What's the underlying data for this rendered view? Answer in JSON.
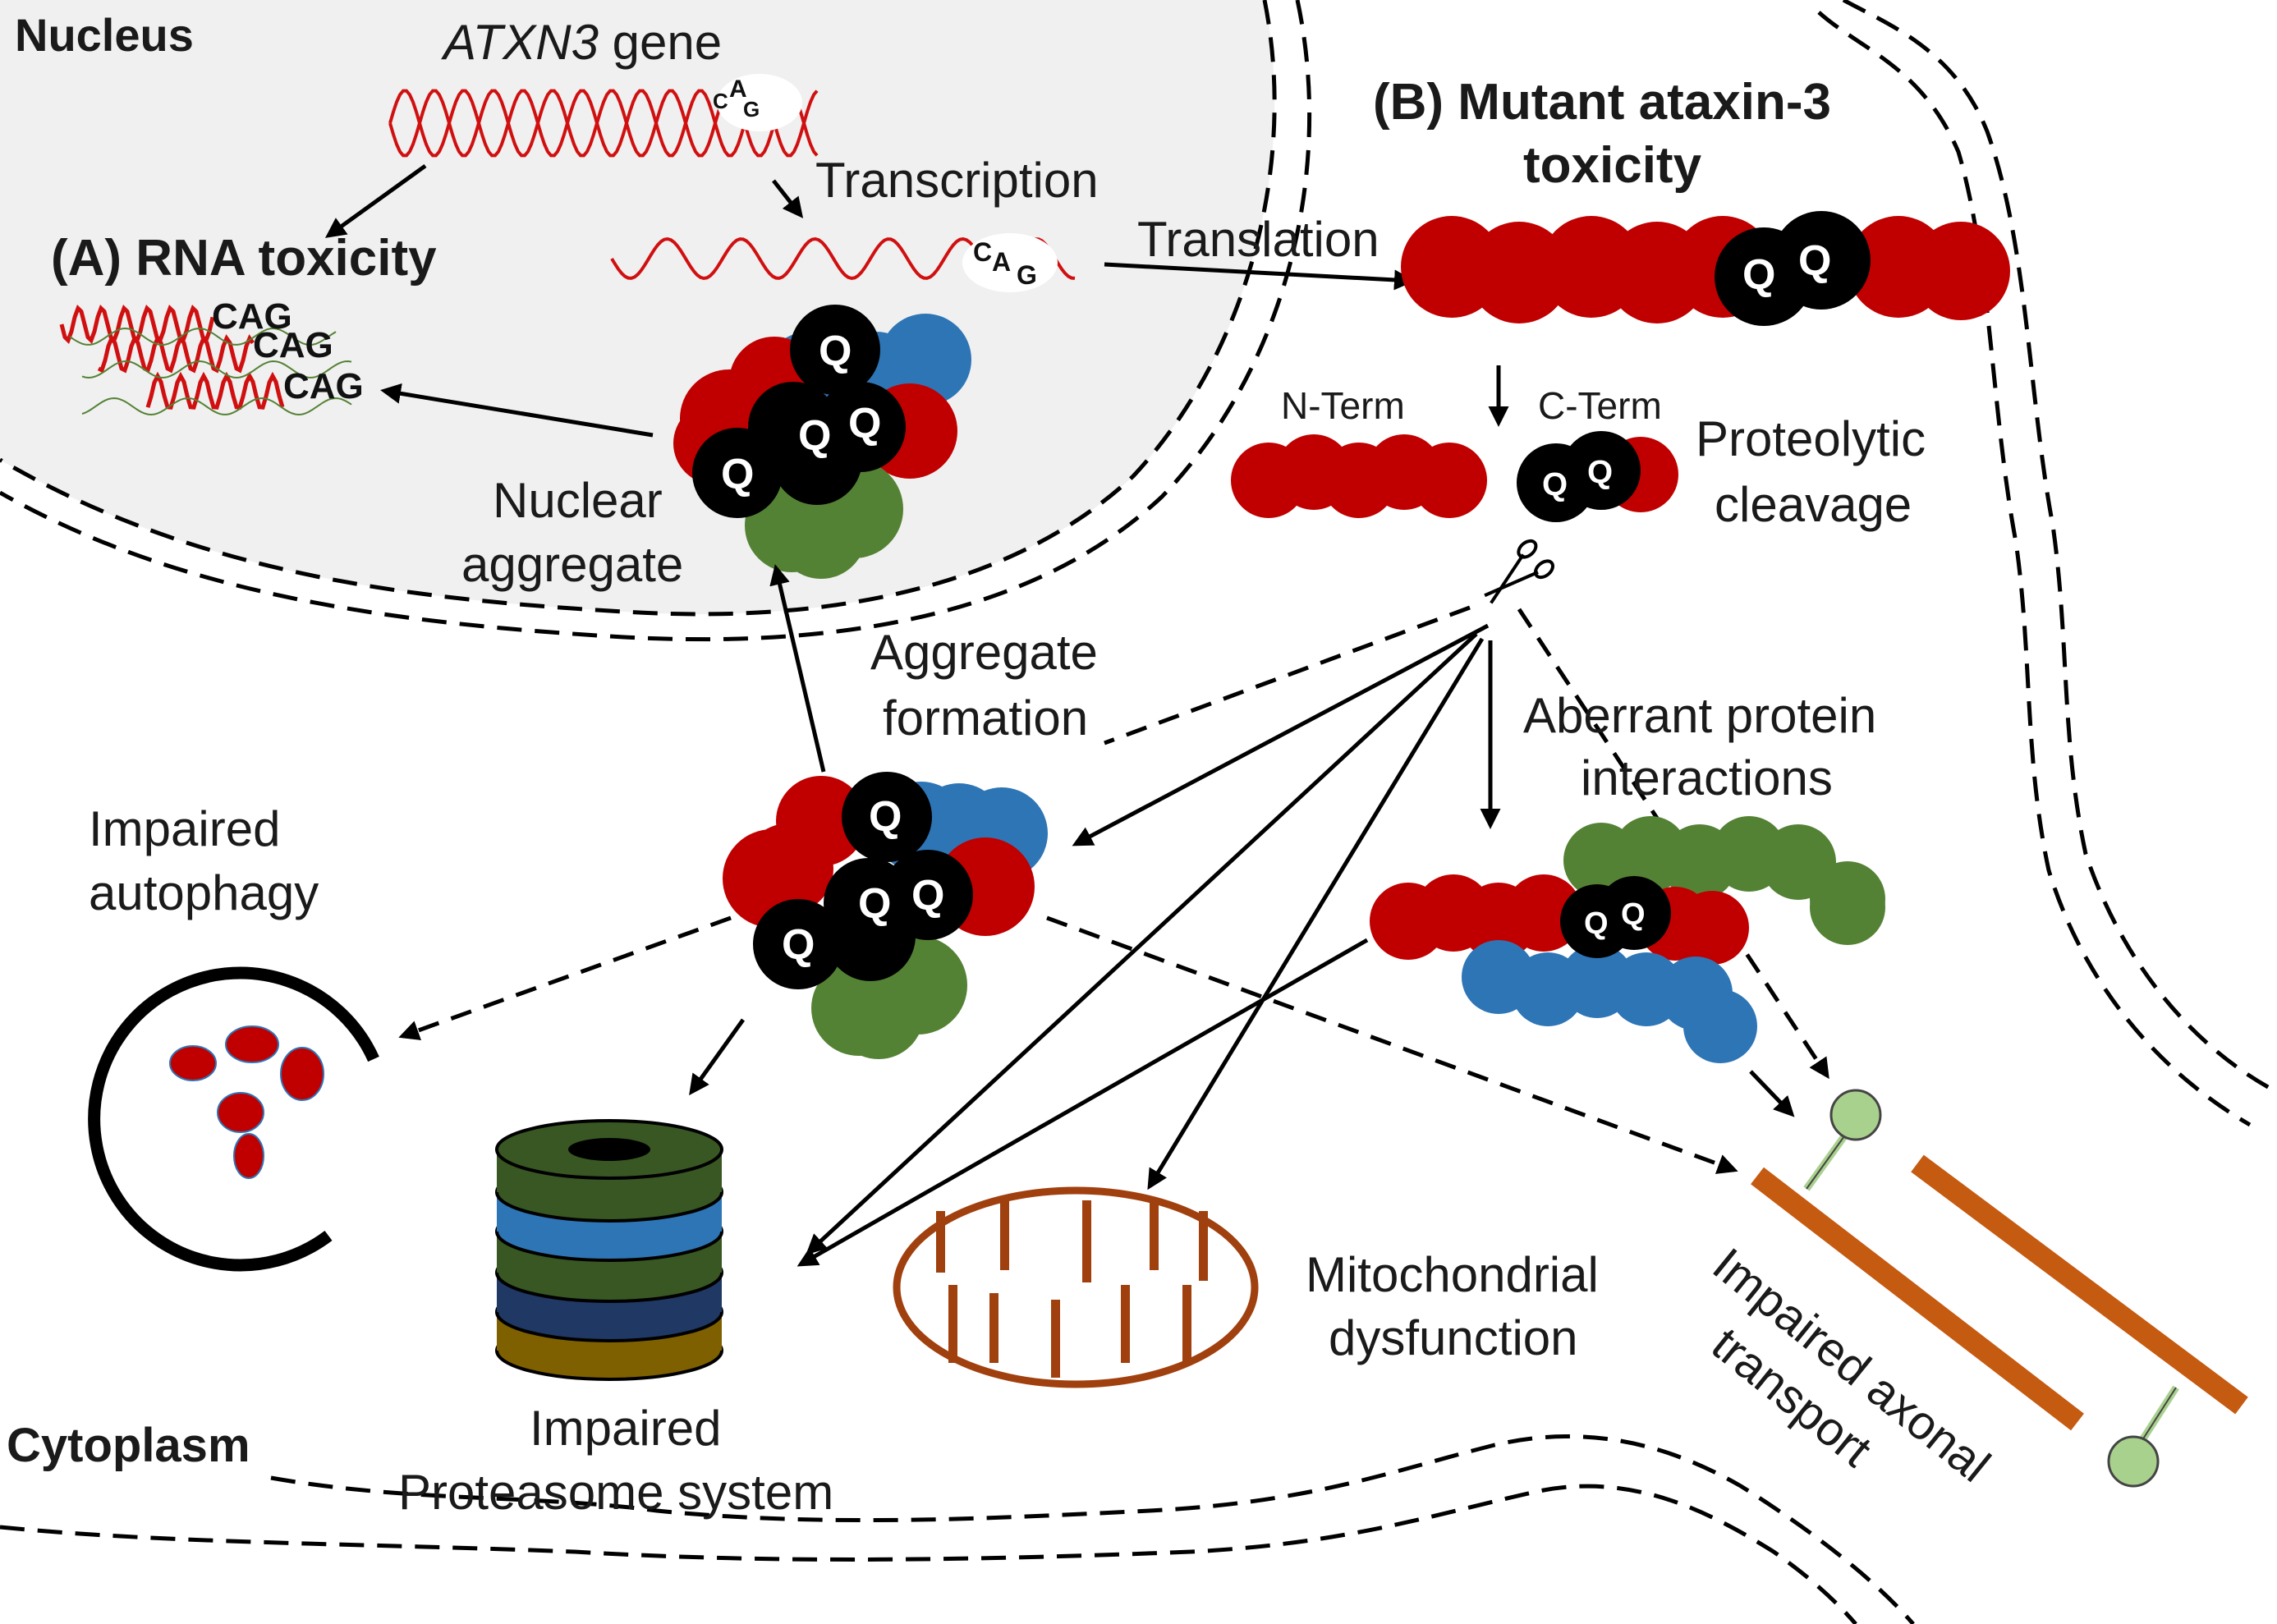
{
  "colors": {
    "nucleus_fill": "#f0f0f0",
    "protein_red": "#c00000",
    "polyq_black": "#000000",
    "interactor_blue": "#2e75b6",
    "interactor_green": "#548235",
    "rna_red": "#d01010",
    "rna_green": "#548235",
    "microtubule_orange": "#c55a11",
    "motor_green": "#a9d18e",
    "mito_brown": "#a0400f",
    "proteasome_rings": [
      "#385723",
      "#2e75b6",
      "#203864",
      "#7f6000"
    ]
  },
  "compartments": {
    "nucleus": "Nucleus",
    "cytoplasm": "Cytoplasm"
  },
  "gene": {
    "name": "ATXN3",
    "suffix": " gene",
    "repeat": {
      "c": "C",
      "a": "A",
      "g": "G"
    }
  },
  "steps": {
    "transcription": "Transcription",
    "translation": "Translation",
    "rna_toxicity": "(A) RNA toxicity",
    "rna_repeats": [
      "CAG",
      "CAG",
      "CAG"
    ],
    "mrna_repeat": {
      "c": "C",
      "a": "A",
      "g": "G"
    },
    "mutant_title_line1": "(B) Mutant ataxin-3",
    "mutant_title_line2": "toxicity",
    "n_term": "N-Term",
    "c_term": "C-Term",
    "cleavage_line1": "Proteolytic",
    "cleavage_line2": "cleavage",
    "nuclear_aggregate_line1": "Nuclear",
    "nuclear_aggregate_line2": "aggregate",
    "aggregate_formation_line1": "Aggregate",
    "aggregate_formation_line2": "formation",
    "aberrant_line1": "Aberrant protein",
    "aberrant_line2": "interactions"
  },
  "outcomes": {
    "autophagy_line1": "Impaired",
    "autophagy_line2": "autophagy",
    "proteasome_line1": "Impaired",
    "proteasome_line2": "Proteasome system",
    "mito_line1": "Mitochondrial",
    "mito_line2": "dysfunction",
    "axonal_line1": "Impaired axonal",
    "axonal_line2": "transport"
  },
  "polyq_letter": "Q",
  "icons": [
    "scissors-icon",
    "dna-helix-icon",
    "mrna-strand-icon",
    "autophagosome-icon",
    "proteasome-icon",
    "mitochondrion-icon",
    "microtubule-motor-icon"
  ]
}
